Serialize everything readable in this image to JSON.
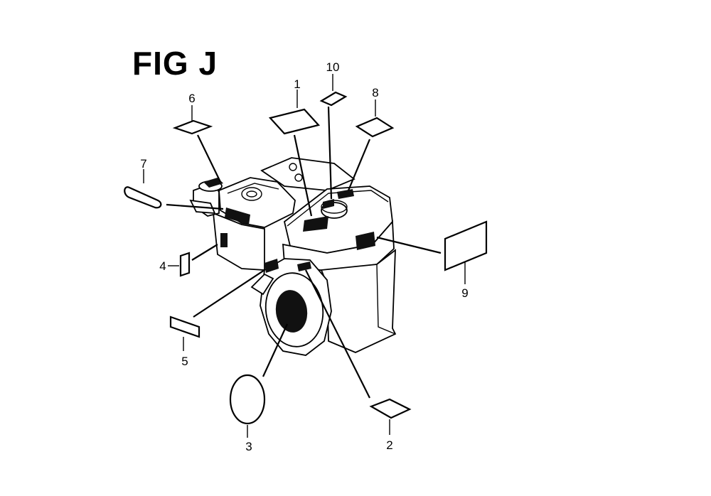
{
  "figure": {
    "title": "FIG J"
  },
  "callouts": [
    {
      "id": "1",
      "label": "1"
    },
    {
      "id": "2",
      "label": "2"
    },
    {
      "id": "3",
      "label": "3"
    },
    {
      "id": "4",
      "label": "4"
    },
    {
      "id": "5",
      "label": "5"
    },
    {
      "id": "6",
      "label": "6"
    },
    {
      "id": "7",
      "label": "7"
    },
    {
      "id": "8",
      "label": "8"
    },
    {
      "id": "9",
      "label": "9"
    },
    {
      "id": "10",
      "label": "10"
    }
  ],
  "colors": {
    "line": "#000000",
    "background": "#ffffff"
  }
}
